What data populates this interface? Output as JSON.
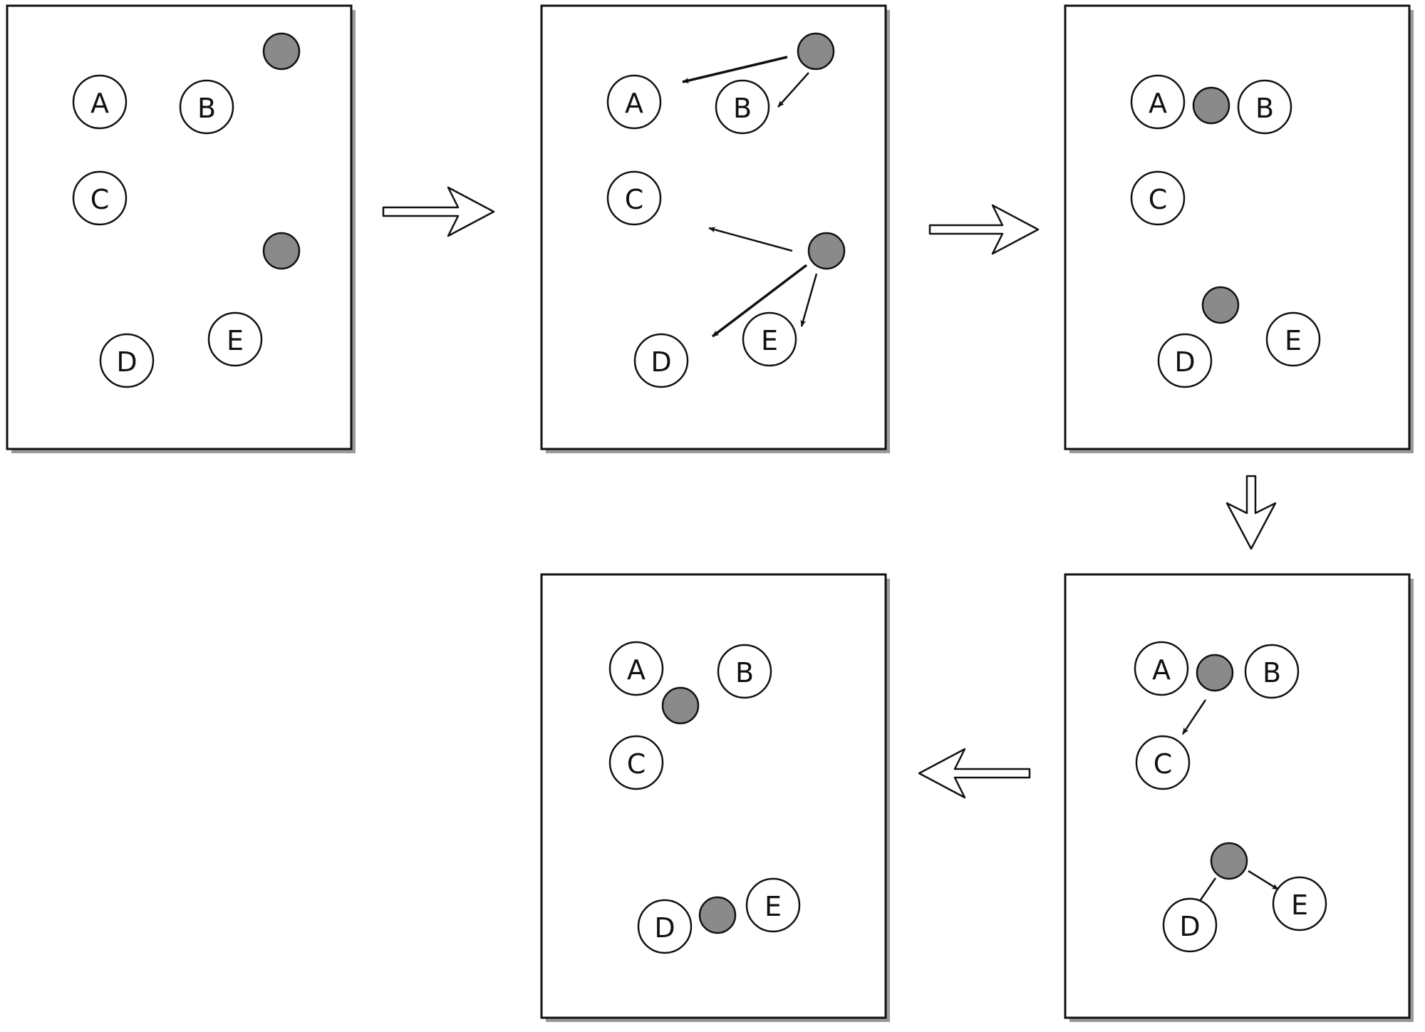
{
  "diagram": {
    "point_labels": [
      "A",
      "B",
      "C",
      "D",
      "E"
    ],
    "colors": {
      "panel_border": "#111111",
      "panel_shadow": "#9a9a9a",
      "centroid_fill": "#8a8a8a",
      "point_fill": "#ffffff"
    },
    "panels": [
      {
        "id": "step-1",
        "centroids": 2,
        "assignment_arrows": 0
      },
      {
        "id": "step-2",
        "centroids": 2,
        "assignment_arrows": 5
      },
      {
        "id": "step-3",
        "centroids": 2,
        "assignment_arrows": 0
      },
      {
        "id": "step-4",
        "centroids": 2,
        "assignment_arrows": 3
      },
      {
        "id": "step-5",
        "centroids": 2,
        "assignment_arrows": 0
      }
    ],
    "flow": [
      "step-1",
      "step-2",
      "step-3",
      "step-4",
      "step-5"
    ],
    "flow_arrow_icon": "hollow-double-arrow-icon"
  }
}
